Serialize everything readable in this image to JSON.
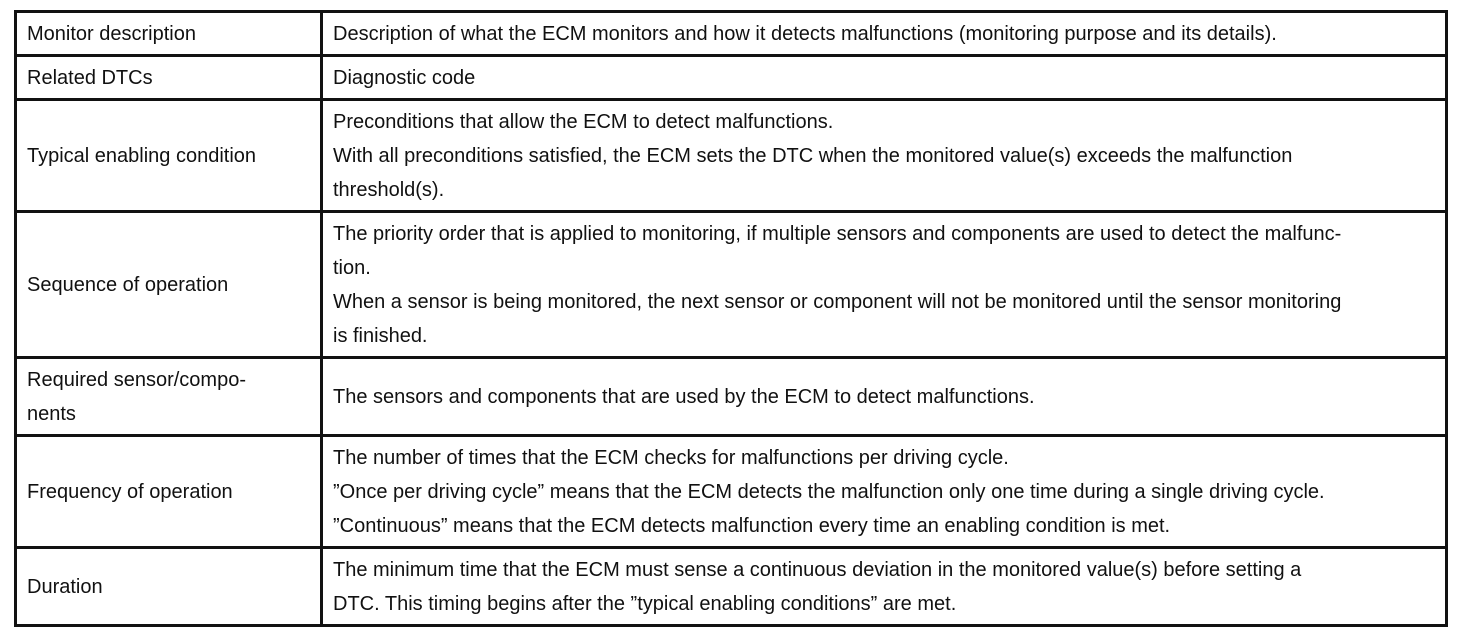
{
  "table": {
    "rows": [
      {
        "label": "Monitor description",
        "lines": [
          "Description of what the ECM monitors and how it detects malfunctions (monitoring purpose and its details)."
        ]
      },
      {
        "label": "Related DTCs",
        "lines": [
          "Diagnostic code"
        ]
      },
      {
        "label": "Typical enabling condition",
        "lines": [
          "Preconditions that allow the ECM to detect malfunctions.",
          "With all preconditions satisfied, the ECM sets the DTC when the monitored value(s) exceeds the malfunction",
          "threshold(s)."
        ]
      },
      {
        "label": "Sequence of operation",
        "lines": [
          "The priority order that is applied to monitoring, if multiple sensors and components are used to detect the malfunc-",
          "tion.",
          "When a sensor is being monitored, the next sensor or component will not be monitored until the sensor monitoring",
          "is finished."
        ]
      },
      {
        "label": "Required sensor/compo-",
        "label2": "nents",
        "lines": [
          "The sensors and components that are used by the ECM to detect malfunctions."
        ]
      },
      {
        "label": "Frequency of operation",
        "lines": [
          "The number of times that the ECM checks for malfunctions per driving cycle.",
          "”Once per driving cycle” means that the ECM detects the malfunction only one time during a single driving cycle.",
          "”Continuous” means that the ECM detects malfunction every time an enabling condition is met."
        ]
      },
      {
        "label": "Duration",
        "lines": [
          "The minimum time that the ECM must sense a continuous deviation in the monitored value(s) before setting a",
          "DTC. This timing begins after the ”typical enabling conditions” are met."
        ]
      }
    ]
  }
}
